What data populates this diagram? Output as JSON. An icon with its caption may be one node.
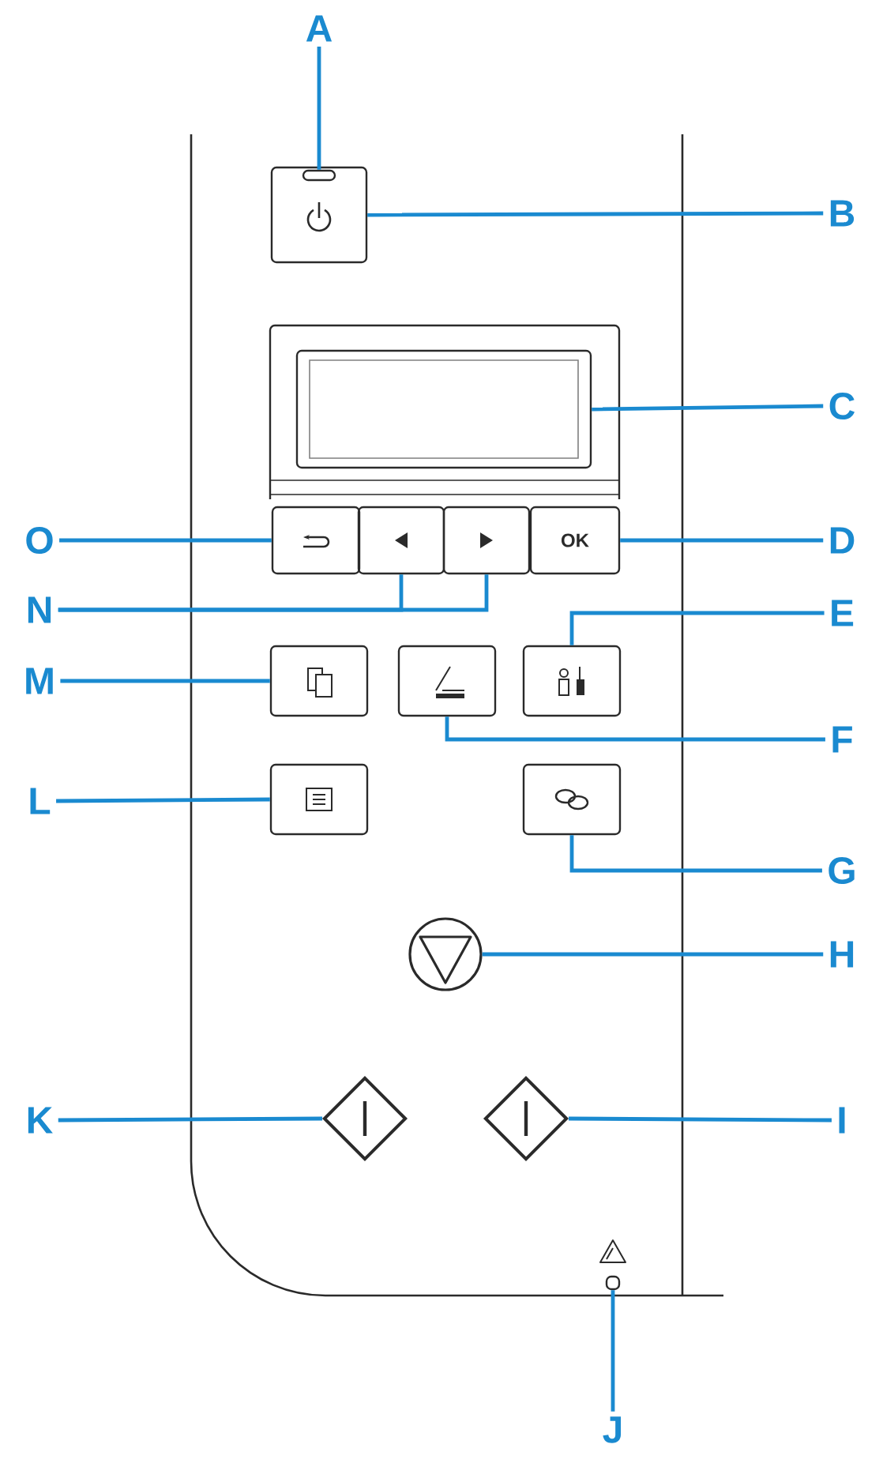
{
  "diagram": {
    "nodes": [
      {
        "text": [
          "A"
        ]
      },
      {
        "text": [],
        "shape": "box",
        "in": 2
      },
      {
        "text": [],
        "shape": "box"
      },
      {
        "text": [
          "B"
        ]
      },
      {
        "text": [],
        "shape": "box"
      },
      {
        "text": [
          "C"
        ]
      },
      {
        "text": [
          "O"
        ]
      },
      {
        "text": [],
        "shape": "box"
      },
      {
        "text": [],
        "shape": "box"
      },
      {
        "text": [],
        "shape": "box"
      },
      {
        "text": [
          "OK"
        ]
      },
      {
        "text": [
          "D"
        ]
      },
      {
        "text": [
          "N"
        ]
      },
      {
        "text": [
          "E"
        ]
      },
      {
        "text": [
          "M"
        ]
      },
      {
        "text": [],
        "shape": "box"
      },
      {
        "text": [],
        "shape": "box"
      },
      {
        "text": [],
        "shape": "box"
      },
      {
        "text": [
          "F"
        ]
      },
      {
        "text": [
          "L"
        ]
      },
      {
        "text": [],
        "shape": "box"
      },
      {
        "text": [],
        "shape": "box"
      },
      {
        "text": [
          "G"
        ]
      },
      {
        "text": [],
        "shape": "circle"
      },
      {
        "text": [
          "H"
        ]
      },
      {
        "text": [
          "K"
        ]
      },
      {
        "text": [],
        "shape": "diamond"
      },
      {
        "text": [],
        "shape": "diamond"
      },
      {
        "text": [
          "I"
        ]
      },
      {
        "text": [],
        "shape": "box"
      },
      {
        "text": [
          "J"
        ]
      }
    ],
    "edges": [
      {
        "from": 0,
        "to": 1,
        "arrow": "none"
      },
      {
        "from": 3,
        "to": 2,
        "arrow": "none"
      },
      {
        "from": 5,
        "to": 4,
        "arrow": "none"
      },
      {
        "from": 6,
        "to": 7,
        "arrow": "none"
      },
      {
        "from": 11,
        "to": 10,
        "arrow": "none"
      },
      {
        "from": 12,
        "to": 8,
        "arrow": "none"
      },
      {
        "from": 12,
        "to": 9,
        "arrow": "none"
      },
      {
        "from": 13,
        "to": 17,
        "arrow": "none"
      },
      {
        "from": 14,
        "to": 15,
        "arrow": "none"
      },
      {
        "from": 18,
        "to": 16,
        "arrow": "none"
      },
      {
        "from": 19,
        "to": 20,
        "arrow": "none"
      },
      {
        "from": 22,
        "to": 21,
        "arrow": "none"
      },
      {
        "from": 24,
        "to": 23,
        "arrow": "none"
      },
      {
        "from": 25,
        "to": 26,
        "arrow": "none"
      },
      {
        "from": 28,
        "to": 27,
        "arrow": "none"
      },
      {
        "from": 30,
        "to": 29,
        "arrow": "none"
      }
    ]
  }
}
